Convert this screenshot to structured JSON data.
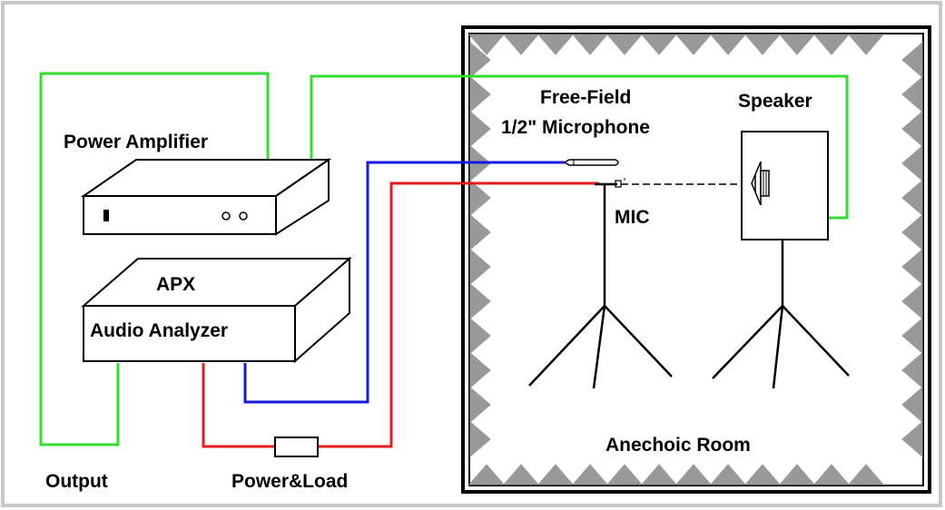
{
  "labels": {
    "power_amplifier": "Power Amplifier",
    "apx": "APX",
    "audio_analyzer": "Audio Analyzer",
    "free_field": "Free-Field",
    "half_inch_mic": "1/2\" Microphone",
    "speaker": "Speaker",
    "mic": "MIC",
    "anechoic_room": "Anechoic Room",
    "output": "Output",
    "power_load": "Power&Load"
  },
  "colors": {
    "green_wire": "#33dd33",
    "blue_wire": "#1a1adf",
    "red_wire": "#e61c1c",
    "foam": "#999999",
    "border_gray": "#c8c8c8"
  }
}
